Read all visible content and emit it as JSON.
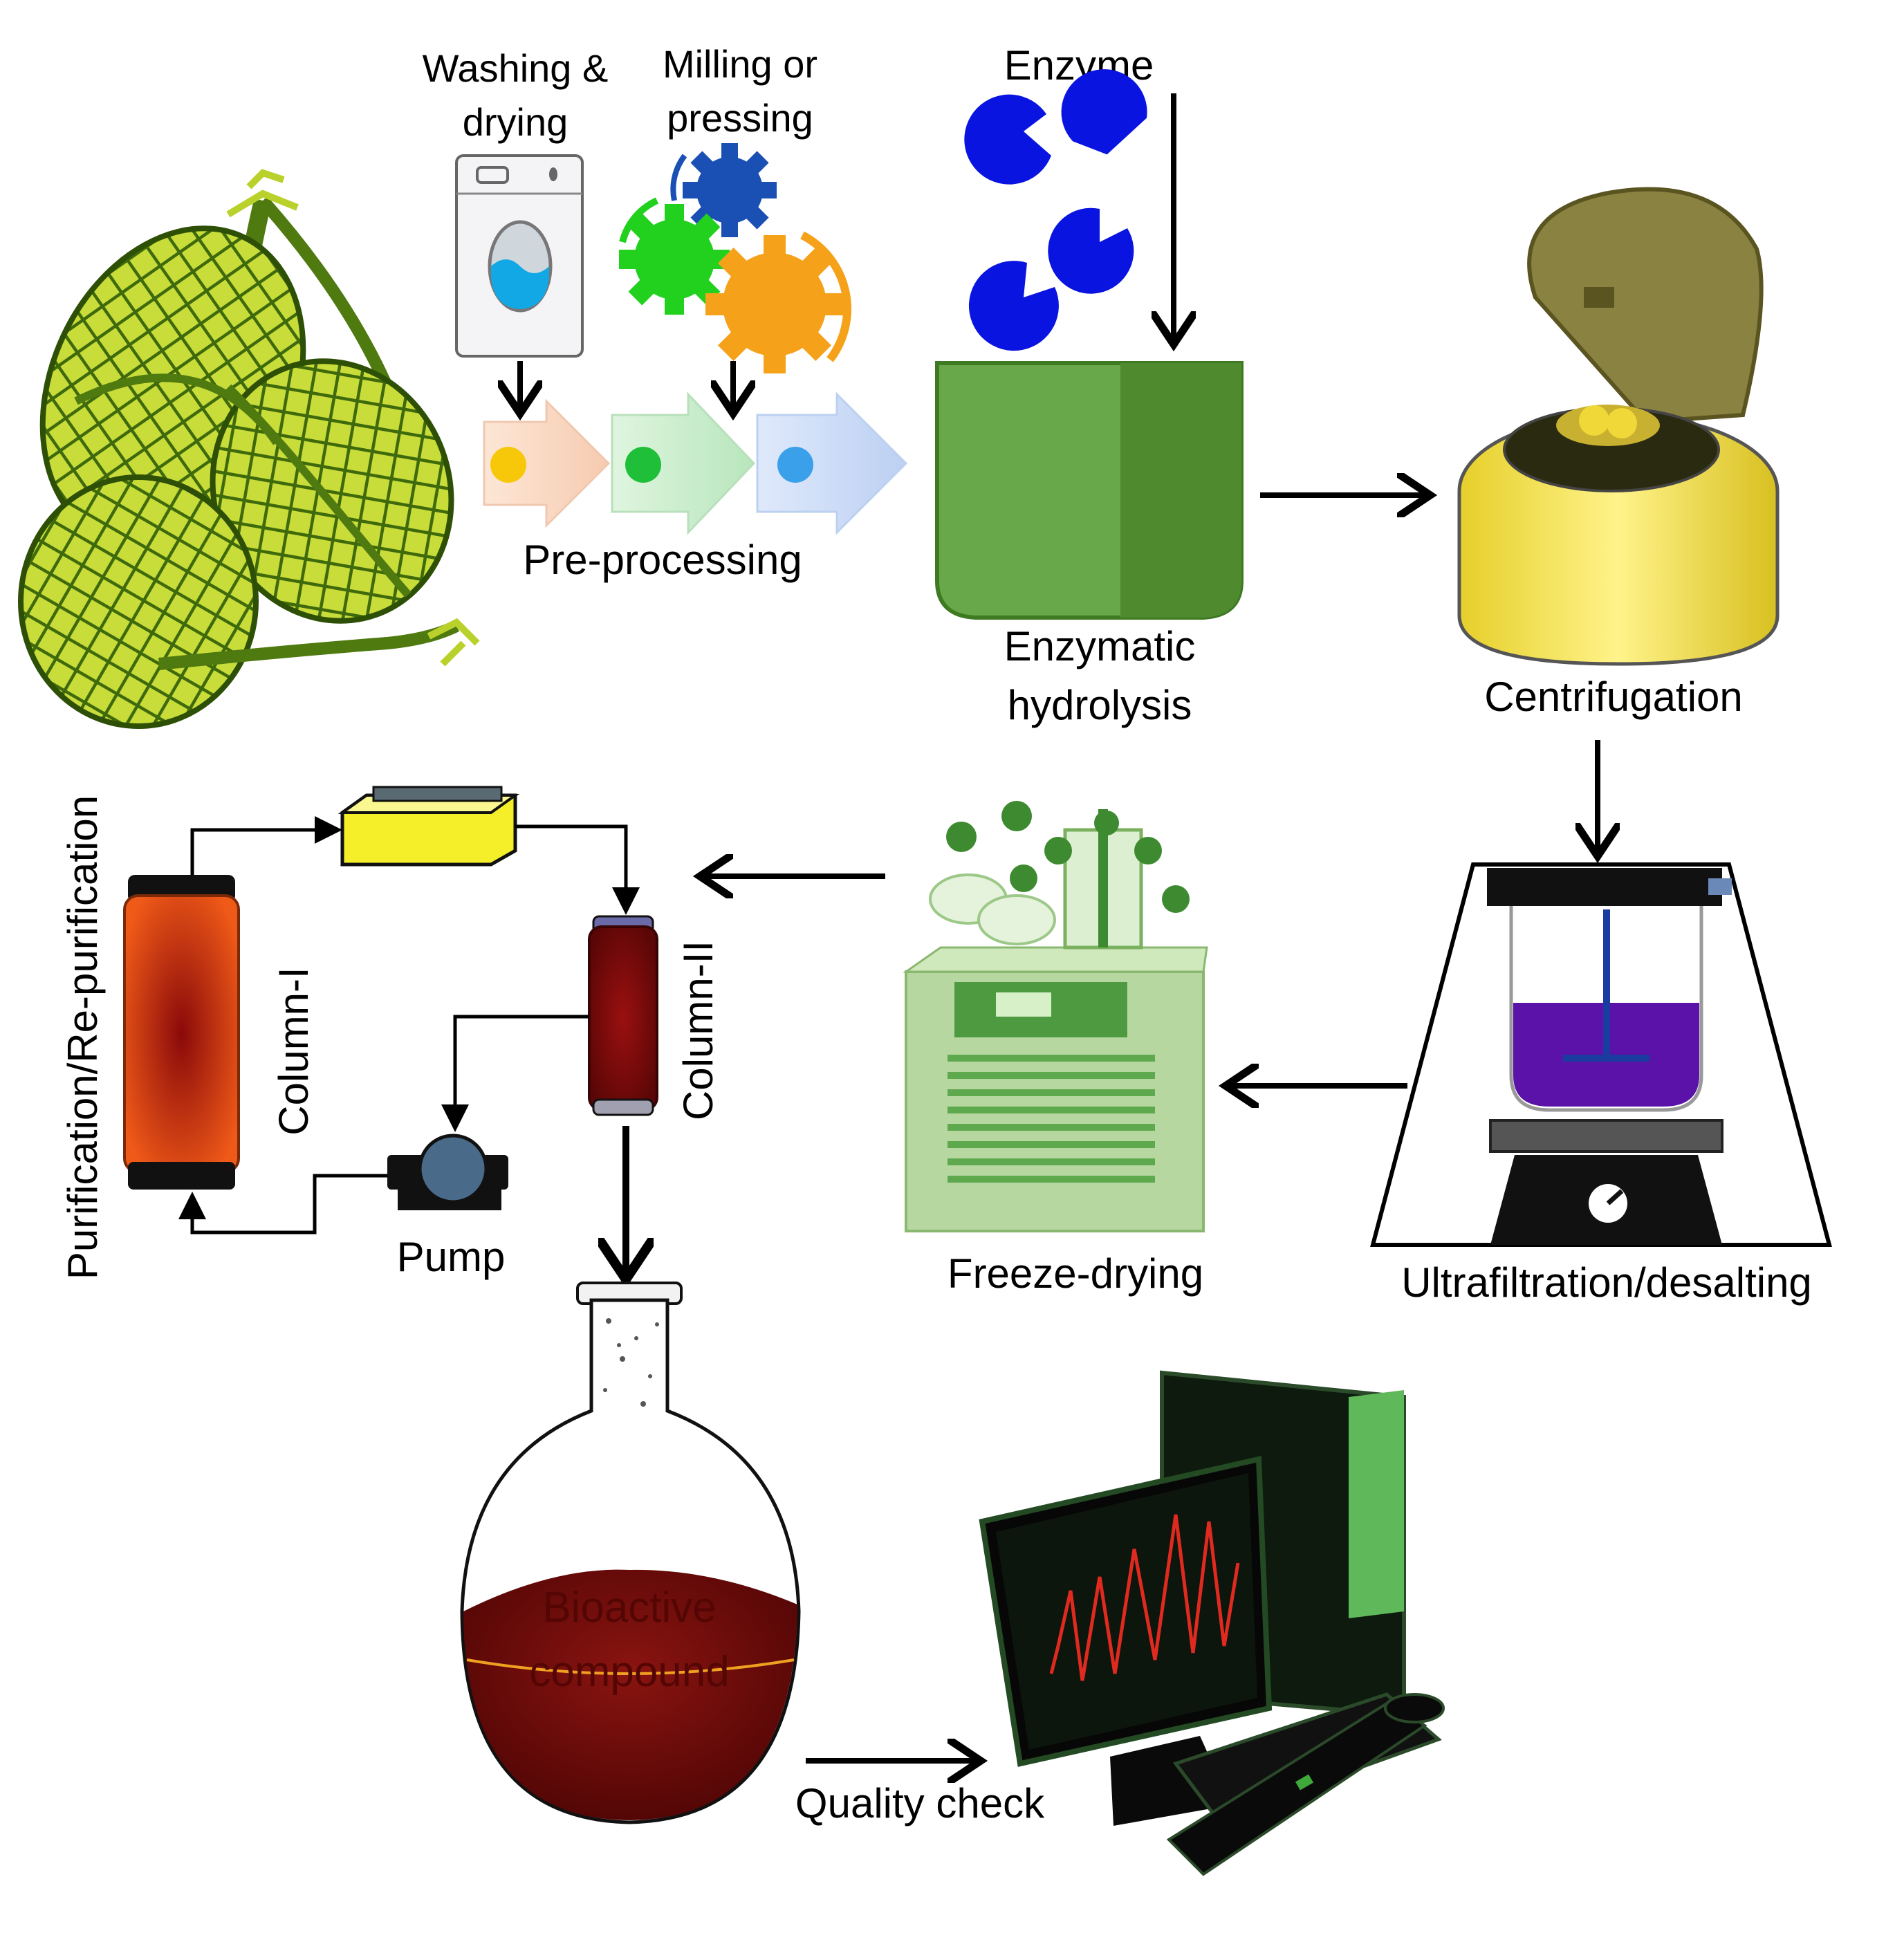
{
  "labels": {
    "washing_line1": "Washing &",
    "washing_line2": "drying",
    "milling_line1": "Milling or",
    "milling_line2": "pressing",
    "enzyme": "Enzyme",
    "preprocessing": "Pre-processing",
    "enzymatic_line1": "Enzymatic",
    "enzymatic_line2": "hydrolysis",
    "centrifugation": "Centrifugation",
    "purification": "Purification/Re-purification",
    "column1": "Column-I",
    "column2": "Column-II",
    "pump": "Pump",
    "freeze_drying": "Freeze-drying",
    "ultrafiltration": "Ultrafiltration/desalting",
    "bioactive_line1": "Bioactive",
    "bioactive_line2": "compound",
    "quality_check": "Quality check"
  },
  "colors": {
    "seaweed": "#4f7a10",
    "seaweed_light": "#c8dc3a",
    "gear_blue": "#1a4fb4",
    "gear_green": "#22d11e",
    "gear_orange": "#f5a11a",
    "enzyme_blue": "#0a14e0",
    "beaker_green": "#5a9c3a",
    "centrifuge_yellow": "#f3e04a",
    "column_red": "#d2381a",
    "detector_yellow": "#f5ef2a",
    "ultrafiltration_purple": "#5a12a8",
    "flask_red": "#6e0a08",
    "freeze_dryer_green": "#b6d8a0",
    "screen_trace": "#e02a20"
  }
}
